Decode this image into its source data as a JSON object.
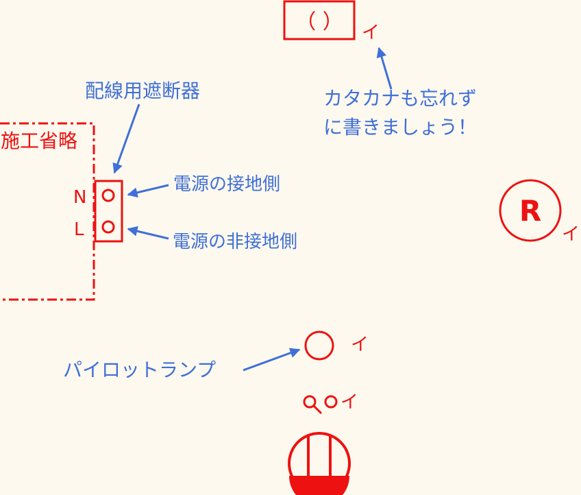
{
  "colors": {
    "background": "#fdf9ee",
    "symbol_red": "#ee1111",
    "annotation_blue": "#3f6fd8"
  },
  "omitted_area": {
    "label": "施工省略"
  },
  "breaker": {
    "label": "配線用遮断器",
    "terminal_n": "N",
    "terminal_l": "L",
    "note_n": "電源の接地側",
    "note_l": "電源の非接地側"
  },
  "top_box": {
    "text": "（ ）",
    "switch_label": "イ",
    "note_line1": "カタカナも忘れず",
    "note_line2": "に書きましょう！"
  },
  "receptacle_r": {
    "letter": "R",
    "switch_label": "イ"
  },
  "pilot_lamp": {
    "label": "パイロットランプ",
    "switch_label": "イ"
  },
  "switch_symbol": {
    "switch_label": "イ"
  }
}
